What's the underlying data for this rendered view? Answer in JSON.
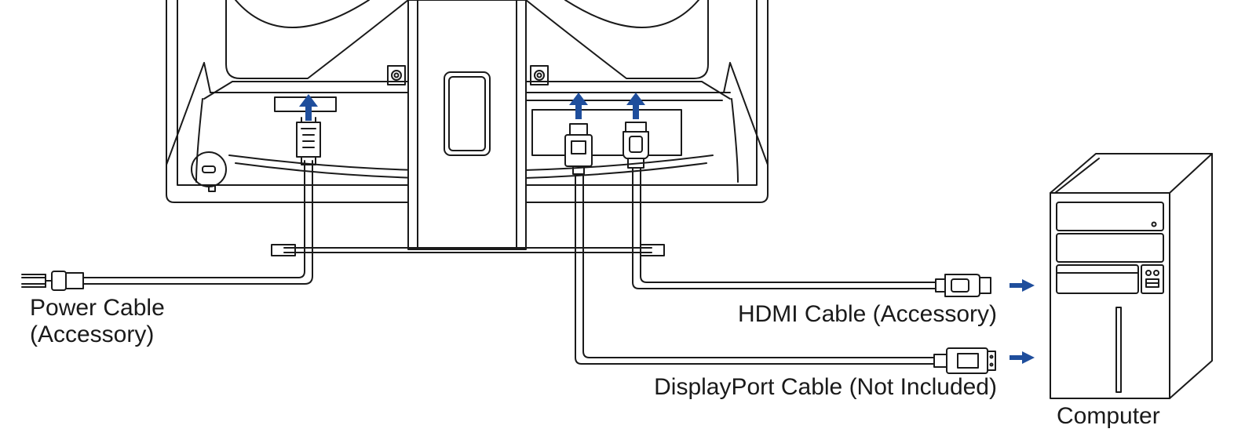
{
  "labels": {
    "power_cable_line1": "Power Cable",
    "power_cable_line2": "(Accessory)",
    "hdmi_cable": "HDMI Cable (Accessory)",
    "displayport_cable": "DisplayPort Cable (Not Included)",
    "computer": "Computer"
  },
  "colors": {
    "line": "#1a1a1a",
    "arrow": "#1f4e9c",
    "fill": "#ffffff"
  },
  "icons": {
    "monitor_back": "monitor-rear-view",
    "power_plug": "ac-plug",
    "monitor_power_connector": "power-connector",
    "hdmi_connector": "hdmi-plug",
    "displayport_connector": "displayport-plug",
    "computer": "desktop-tower-pc",
    "arrows": "connect-arrow"
  }
}
